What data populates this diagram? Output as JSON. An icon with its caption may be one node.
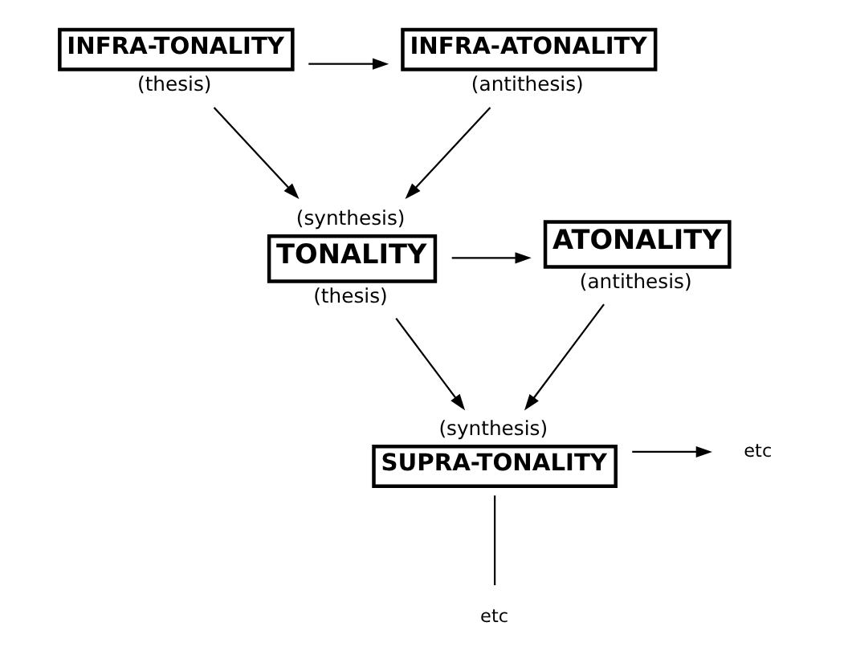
{
  "diagram": {
    "nodes": [
      {
        "text": [
          "INFRA-TONALITY"
        ],
        "beside": [
          "(thesis)"
        ]
      },
      {
        "text": [
          "INFRA-ATONALITY"
        ],
        "beside": [
          "(antithesis)"
        ]
      },
      {
        "text": [
          "TONALITY"
        ],
        "beside": [
          "(synthesis)",
          "(thesis)"
        ]
      },
      {
        "text": [
          "ATONALITY"
        ],
        "beside": [
          "(antithesis)"
        ]
      },
      {
        "text": [
          "SUPRA-TONALITY"
        ],
        "beside": [
          "(synthesis)"
        ]
      },
      {
        "text": [
          "etc"
        ]
      },
      {
        "text": [
          "etc"
        ]
      }
    ],
    "edges": [
      {
        "from": 0,
        "to": 1,
        "arrow": "to"
      },
      {
        "from": 0,
        "to": 2,
        "arrow": "to"
      },
      {
        "from": 1,
        "to": 2,
        "arrow": "to"
      },
      {
        "from": 2,
        "to": 3,
        "arrow": "to"
      },
      {
        "from": 2,
        "to": 4,
        "arrow": "to"
      },
      {
        "from": 3,
        "to": 4,
        "arrow": "to"
      },
      {
        "from": 4,
        "to": 5,
        "arrow": "to"
      },
      {
        "from": 4,
        "to": 6,
        "arrow": "none"
      }
    ]
  }
}
